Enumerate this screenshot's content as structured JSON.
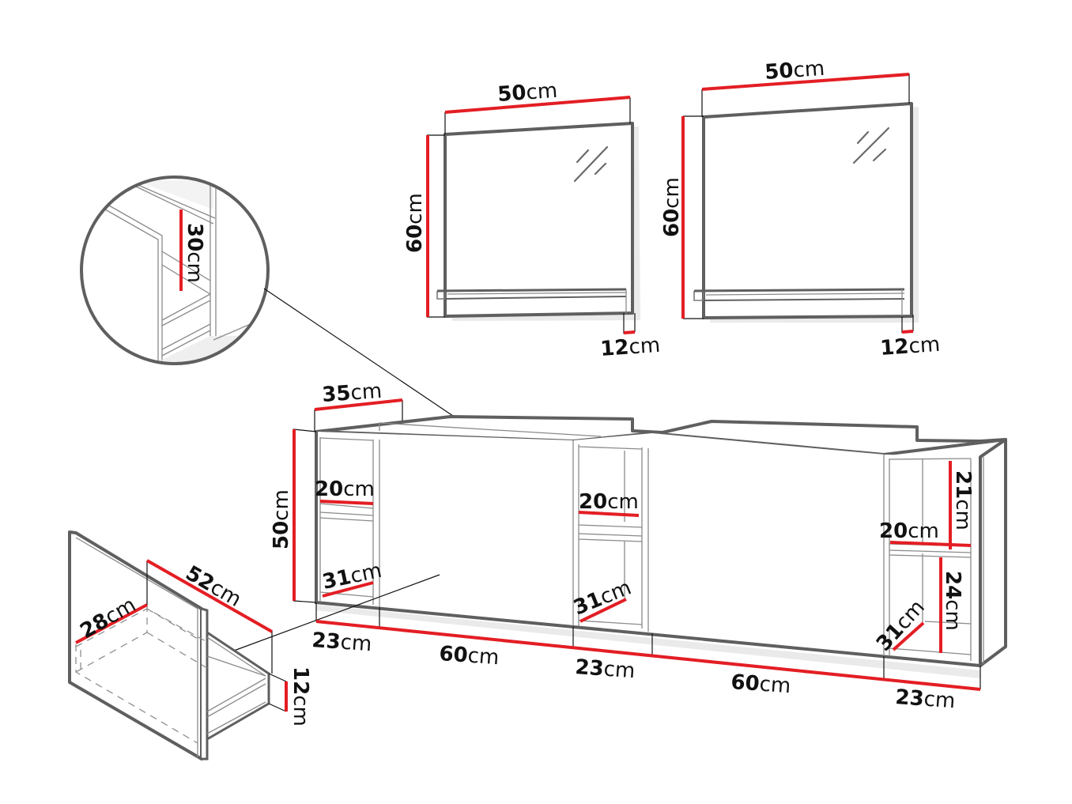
{
  "diagram": {
    "type": "furniture-dimension-drawing",
    "accent_color": "#e31e24",
    "outline_color": "#5f5f5f",
    "unit": "cm",
    "detail_circle": {
      "label": {
        "value": "30",
        "unit": "cm"
      }
    },
    "mirror_left": {
      "width": {
        "value": "50",
        "unit": "cm"
      },
      "height": {
        "value": "60",
        "unit": "cm"
      },
      "shelf_depth": {
        "value": "12",
        "unit": "cm"
      }
    },
    "mirror_right": {
      "width": {
        "value": "50",
        "unit": "cm"
      },
      "height": {
        "value": "60",
        "unit": "cm"
      },
      "shelf_depth": {
        "value": "12",
        "unit": "cm"
      }
    },
    "cabinet": {
      "depth": {
        "value": "35",
        "unit": "cm"
      },
      "height": {
        "value": "50",
        "unit": "cm"
      },
      "left_shelf_unit": {
        "shelf_width": {
          "value": "20",
          "unit": "cm"
        },
        "diagonal": {
          "value": "31",
          "unit": "cm"
        }
      },
      "middle_shelf_unit": {
        "shelf_width": {
          "value": "20",
          "unit": "cm"
        },
        "diagonal": {
          "value": "31",
          "unit": "cm"
        }
      },
      "right_shelf_unit": {
        "shelf_width": {
          "value": "20",
          "unit": "cm"
        },
        "upper_height": {
          "value": "21",
          "unit": "cm"
        },
        "lower_height": {
          "value": "24",
          "unit": "cm"
        },
        "diagonal": {
          "value": "31",
          "unit": "cm"
        }
      },
      "bottom_widths": [
        {
          "value": "23",
          "unit": "cm"
        },
        {
          "value": "60",
          "unit": "cm"
        },
        {
          "value": "23",
          "unit": "cm"
        },
        {
          "value": "60",
          "unit": "cm"
        },
        {
          "value": "23",
          "unit": "cm"
        }
      ]
    },
    "drawer": {
      "inner_width": {
        "value": "28",
        "unit": "cm"
      },
      "depth": {
        "value": "52",
        "unit": "cm"
      },
      "height": {
        "value": "12",
        "unit": "cm"
      }
    }
  }
}
